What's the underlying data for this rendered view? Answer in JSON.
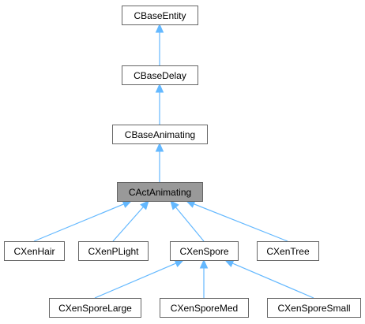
{
  "diagram": {
    "type": "class-inheritance-graph",
    "colors": {
      "edge": "#63b8ff",
      "node_border": "#666666",
      "node_fill": "#ffffff",
      "highlight_fill": "#999999",
      "text": "#000000"
    },
    "nodes": [
      {
        "id": "cbaseentity",
        "label": "CBaseEntity",
        "highlighted": false
      },
      {
        "id": "cbasedelay",
        "label": "CBaseDelay",
        "highlighted": false
      },
      {
        "id": "cbaseanimating",
        "label": "CBaseAnimating",
        "highlighted": false
      },
      {
        "id": "cactanimating",
        "label": "CActAnimating",
        "highlighted": true
      },
      {
        "id": "cxenhair",
        "label": "CXenHair",
        "highlighted": false
      },
      {
        "id": "cxenplight",
        "label": "CXenPLight",
        "highlighted": false
      },
      {
        "id": "cxenspore",
        "label": "CXenSpore",
        "highlighted": false
      },
      {
        "id": "cxentree",
        "label": "CXenTree",
        "highlighted": false
      },
      {
        "id": "cxensporelarge",
        "label": "CXenSporeLarge",
        "highlighted": false
      },
      {
        "id": "cxensporemed",
        "label": "CXenSporeMed",
        "highlighted": false
      },
      {
        "id": "cxensporesmall",
        "label": "CXenSporeSmall",
        "highlighted": false
      }
    ],
    "edges": [
      {
        "from": "cbasedelay",
        "to": "cbaseentity"
      },
      {
        "from": "cbaseanimating",
        "to": "cbasedelay"
      },
      {
        "from": "cactanimating",
        "to": "cbaseanimating"
      },
      {
        "from": "cxenhair",
        "to": "cactanimating"
      },
      {
        "from": "cxenplight",
        "to": "cactanimating"
      },
      {
        "from": "cxenspore",
        "to": "cactanimating"
      },
      {
        "from": "cxentree",
        "to": "cactanimating"
      },
      {
        "from": "cxensporelarge",
        "to": "cxenspore"
      },
      {
        "from": "cxensporemed",
        "to": "cxenspore"
      },
      {
        "from": "cxensporesmall",
        "to": "cxenspore"
      }
    ]
  }
}
